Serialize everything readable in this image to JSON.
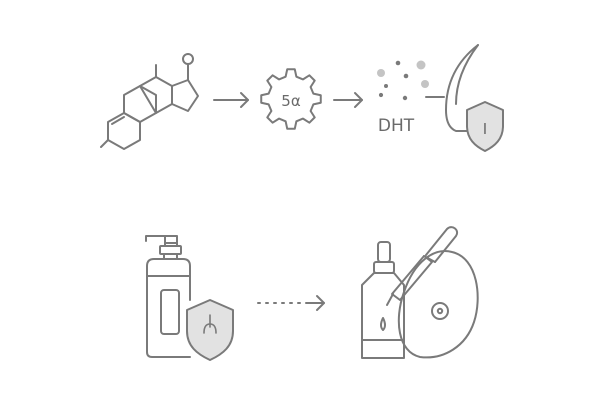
{
  "diagram": {
    "enzyme_label": "5α",
    "product_label": "DHT",
    "shield_symbol": "I",
    "icons": [
      "steroid-molecule-icon",
      "gear-icon",
      "particles-icon",
      "hair-follicle-icon",
      "shield-icon",
      "pump-bottle-icon",
      "dropper-bottle-icon",
      "scalp-icon"
    ],
    "colors": {
      "stroke": "#7a7a7a",
      "shield_fill": "#e2e2e2",
      "light_dot": "#c4c4c4"
    }
  }
}
